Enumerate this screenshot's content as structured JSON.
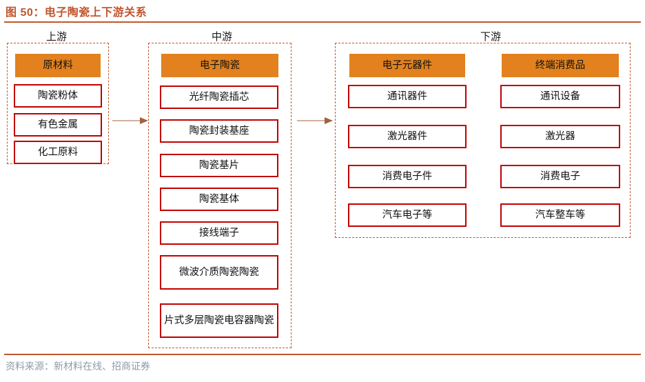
{
  "figure": {
    "title": "图 50：电子陶瓷上下游关系",
    "accent_color": "#C0562C",
    "header_fill": "#E2811E",
    "box_border_color": "#C00000",
    "arrow_color": "#A4603F"
  },
  "stages": [
    {
      "id": "upstream",
      "label": "上游"
    },
    {
      "id": "midstream",
      "label": "中游"
    },
    {
      "id": "downstream",
      "label": "下游"
    }
  ],
  "upstream": {
    "header": "原材料",
    "items": [
      "陶瓷粉体",
      "有色金属",
      "化工原料"
    ]
  },
  "midstream": {
    "header": "电子陶瓷",
    "items": [
      "光纤陶瓷插芯",
      "陶瓷封装基座",
      "陶瓷基片",
      "陶瓷基体",
      "接线端子",
      "微波介质陶瓷陶瓷",
      "片式多层陶瓷电容器陶瓷"
    ]
  },
  "downstream": {
    "columns": [
      {
        "header": "电子元器件",
        "items": [
          "通讯器件",
          "激光器件",
          "消费电子件",
          "汽车电子等"
        ]
      },
      {
        "header": "终端消费品",
        "items": [
          "通讯设备",
          "激光器",
          "消费电子",
          "汽车整车等"
        ]
      }
    ]
  },
  "arrows": [
    {
      "id": "upstream-to-midstream"
    },
    {
      "id": "midstream-to-downstream"
    }
  ],
  "footer": {
    "source": "资料来源：新材料在线、招商证券"
  }
}
